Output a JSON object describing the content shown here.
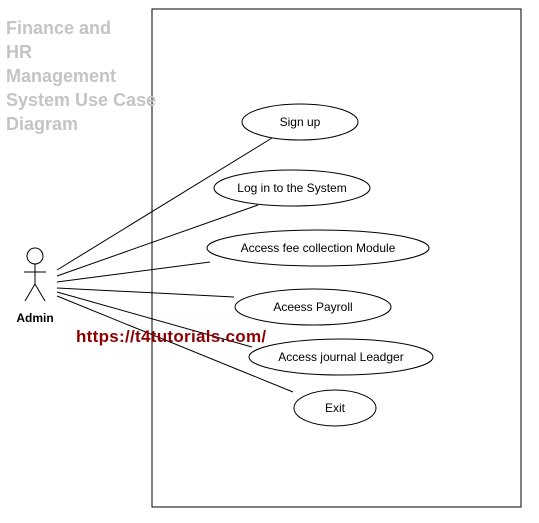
{
  "title": "Finance and\nHR\nManagement\nSystem Use Case\nDiagram",
  "actor": {
    "name": "Admin"
  },
  "use_cases": [
    {
      "id": "sign-up",
      "label": "Sign up"
    },
    {
      "id": "log-in",
      "label": "Log in to the System"
    },
    {
      "id": "access-fee-collection",
      "label": "Access fee collection Module"
    },
    {
      "id": "access-payroll",
      "label": "Aceess Payroll"
    },
    {
      "id": "access-journal-ledger",
      "label": "Access journal Leadger"
    },
    {
      "id": "exit",
      "label": "Exit"
    }
  ],
  "watermark": "https://t4tutorials.com/"
}
